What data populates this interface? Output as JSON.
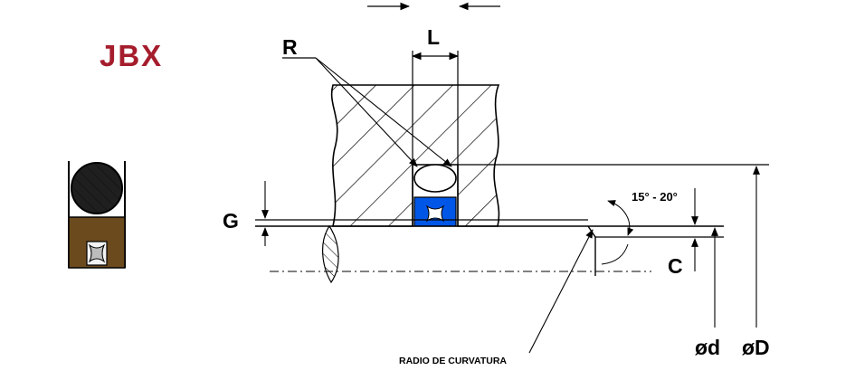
{
  "brand": {
    "text": "JBX",
    "color": "#a51d2d"
  },
  "labels": {
    "R": "R",
    "L": "L",
    "G": "G",
    "C": "C",
    "angle": "15° - 20°",
    "d": "ød",
    "D": "øD",
    "radius_note": "RADIO DE CURVATURA"
  },
  "colors": {
    "line": "#000000",
    "oring": "#2b2b2b",
    "ring_body": "#6b4a1e",
    "seal_blue": "#0057e7",
    "background": "#ffffff"
  },
  "icons": {
    "o_ring": "o-ring-cross-section",
    "x_ring": "x-ring-cross-section"
  }
}
